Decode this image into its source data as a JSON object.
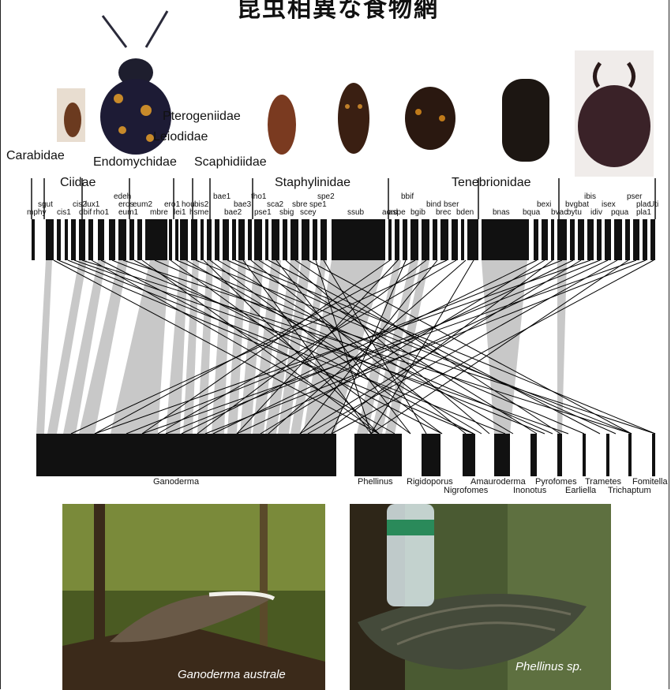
{
  "title": "昆虫相異な食物網",
  "beetle_families": [
    "Carabidae",
    "Ciidae",
    "Endomychidae",
    "Leiodidae",
    "Pterogeniidae",
    "Scaphidiidae",
    "Staphylinidae",
    "Tenebrionidae"
  ],
  "beetle_species_upper": [
    "sgut",
    "cis2",
    "lux1",
    "edeh",
    "eros",
    "eum2",
    "ero1",
    "hou",
    "bis2",
    "bae1",
    "bae3",
    "tho1",
    "sca2",
    "sbre",
    "spe1",
    "spe2",
    "bbif",
    "bind",
    "bser",
    "bexi",
    "bvgbat",
    "ibis",
    "isex",
    "pser",
    "plac",
    "Uti"
  ],
  "beetle_species_lower": [
    "mphy",
    "cis1",
    "dbif",
    "rho1",
    "eum1",
    "mbre",
    "lei1",
    "hsme",
    "bae2",
    "pse1",
    "sbig",
    "scey",
    "ssub",
    "aord",
    "aspe",
    "bgib",
    "brec",
    "bden",
    "bnas",
    "bqua",
    "bvac",
    "bytu",
    "idiv",
    "pqua",
    "pla1"
  ],
  "fungi_upper": [
    "Ganoderma",
    "Phellinus",
    "Rigidoporus",
    "Amauroderma",
    "Pyrofomes",
    "Trametes",
    "Fomitella"
  ],
  "fungi_lower": [
    "Nigrofomes",
    "Inonotus",
    "Earliella",
    "Trichaptum"
  ],
  "photo_captions": [
    "Ganoderma australe",
    "Phellinus sp."
  ],
  "colors": {
    "bar": "#111111",
    "band": "#c8c8c8",
    "link": "#000000",
    "beetle_bg": "#ffffff",
    "forest": "#3e4a22"
  }
}
